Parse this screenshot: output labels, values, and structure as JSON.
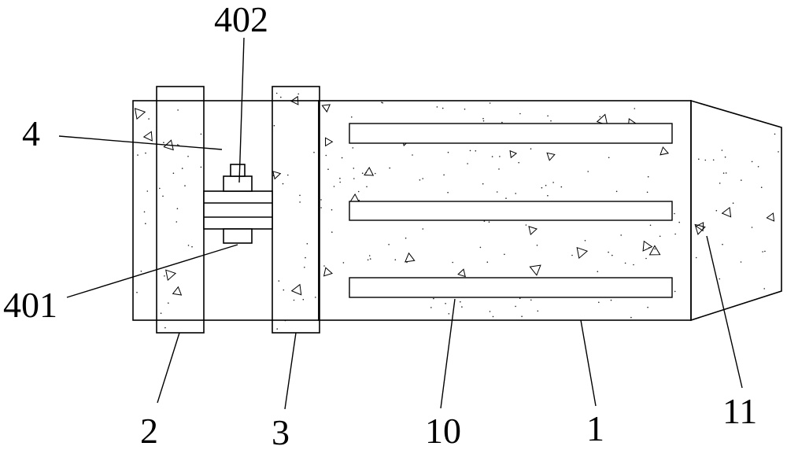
{
  "figure": {
    "labels": {
      "part_402": "402",
      "part_4": "4",
      "part_401": "401",
      "part_2": "2",
      "part_3": "3",
      "part_10": "10",
      "part_1": "1",
      "part_11": "11"
    },
    "line_color": "#000000",
    "background": "#ffffff"
  }
}
